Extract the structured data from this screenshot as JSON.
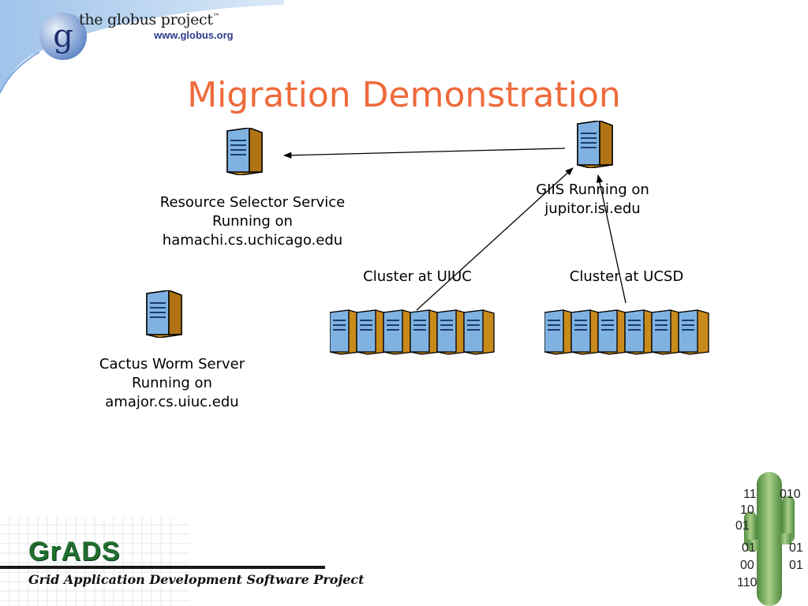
{
  "header": {
    "brand": "the globus project",
    "trademark": "™",
    "url": "www.globus.org"
  },
  "slide": {
    "title": "Migration Demonstration"
  },
  "nodes": {
    "resource_selector": {
      "lines": [
        "Resource Selector Service",
        "Running on",
        "hamachi.cs.uchicago.edu"
      ]
    },
    "cactus_worm": {
      "lines": [
        "Cactus Worm Server",
        "Running on",
        "amajor.cs.uiuc.edu"
      ]
    },
    "giis": {
      "lines": [
        "GIIS Running on",
        "jupitor.isi.edu"
      ]
    },
    "cluster_uiuc": {
      "label": "Cluster at UIUC"
    },
    "cluster_ucsd": {
      "label": "Cluster at UCSD"
    }
  },
  "footer": {
    "logo": "GrADS",
    "subtitle": "Grid Application Development Software Project",
    "binary_lines": [
      "11",
      "010",
      "10",
      "01",
      "01",
      "01",
      "00",
      "01",
      "110"
    ]
  },
  "colors": {
    "title": "#ef6a3b",
    "server_case": "#c98a1c",
    "server_screen": "#7fb2e0",
    "grads_green": "#1f6e2e"
  }
}
